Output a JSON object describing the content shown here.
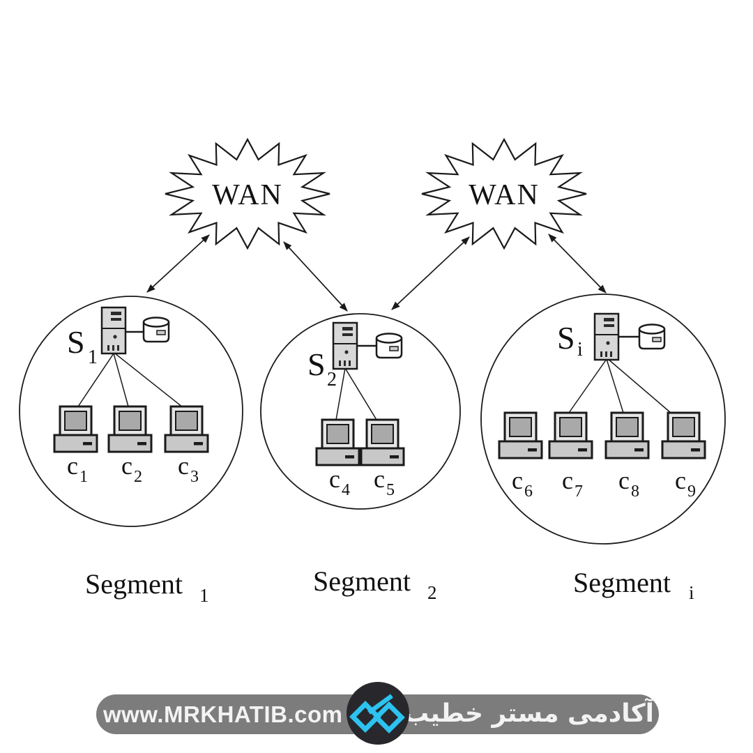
{
  "wan_left": {
    "label": "WAN"
  },
  "wan_right": {
    "label": "WAN"
  },
  "segments": [
    {
      "server_label": {
        "main": "S",
        "sub": "1"
      },
      "clients": [
        {
          "main": "c",
          "sub": "1"
        },
        {
          "main": "c",
          "sub": "2"
        },
        {
          "main": "c",
          "sub": "3"
        }
      ],
      "caption": {
        "main": "Segment",
        "sub": "1"
      }
    },
    {
      "server_label": {
        "main": "S",
        "sub": "2"
      },
      "clients": [
        {
          "main": "c",
          "sub": "4"
        },
        {
          "main": "c",
          "sub": "5"
        }
      ],
      "caption": {
        "main": "Segment",
        "sub": "2"
      }
    },
    {
      "server_label": {
        "main": "S",
        "sub": "i"
      },
      "clients": [
        {
          "main": "c",
          "sub": "6"
        },
        {
          "main": "c",
          "sub": "7"
        },
        {
          "main": "c",
          "sub": "8"
        },
        {
          "main": "c",
          "sub": "9"
        }
      ],
      "caption": {
        "main": "Segment",
        "sub": "i"
      }
    }
  ],
  "footer": {
    "website": "www.MRKHATIB.com",
    "academy_name": "آکادمی مستر خطیب",
    "bar_color": "#7c7c7c",
    "badge_color": "#28282c",
    "logo_color": "#2dc3f0",
    "text_color": "#f3f3f3"
  },
  "diagram_ink_color": "#1a1a1a"
}
